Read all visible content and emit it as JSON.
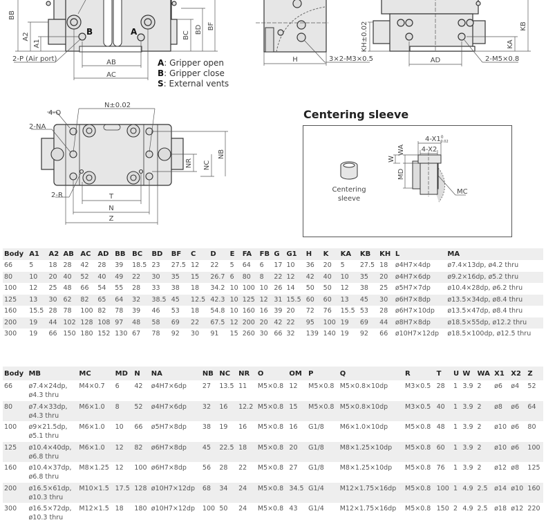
{
  "drawings": {
    "top_left": {
      "dimension_labels": [
        "BB",
        "A2",
        "A1",
        "BC",
        "BD",
        "BF",
        "AB",
        "AC"
      ],
      "port_labels": [
        "B",
        "A"
      ],
      "callout": "2-P (Air port)"
    },
    "top_middle": {
      "dimension_labels": [
        "H"
      ],
      "callout": "3×2-M3×0.5"
    },
    "top_right": {
      "dimension_labels": [
        "KH±0.02",
        "AD",
        "KA",
        "KB"
      ],
      "callout": "2-M5×0.8"
    },
    "bottom_view": {
      "dimension_labels": [
        "N±0.02",
        "NR",
        "NC",
        "NB",
        "T",
        "N",
        "Z"
      ],
      "callouts": [
        "4-Q",
        "2-NA",
        "2-R"
      ]
    }
  },
  "legend": [
    {
      "key": "A",
      "text": ": Gripper open"
    },
    {
      "key": "B",
      "text": ": Gripper close"
    },
    {
      "key": "S",
      "text": ": External vents"
    }
  ],
  "centering_sleeve": {
    "title": "Centering sleeve",
    "part_label_line1": "Centering",
    "part_label_line2": "sleeve",
    "dimension_labels": [
      "4-X1",
      "0",
      "0.02",
      "4-X2",
      "WA",
      "W",
      "MD",
      "MC"
    ]
  },
  "table1": {
    "headers": [
      "Body",
      "A1",
      "A2",
      "AB",
      "AC",
      "AD",
      "BB",
      "BC",
      "BD",
      "BF",
      "C",
      "D",
      "E",
      "FA",
      "FB",
      "G",
      "G1",
      "H",
      "K",
      "KA",
      "KB",
      "KH",
      "L",
      "MA"
    ],
    "rows": [
      [
        "66",
        "5",
        "18",
        "28",
        "42",
        "28",
        "39",
        "18.5",
        "23",
        "27.5",
        "12",
        "22",
        "5",
        "64",
        "6",
        "17",
        "10",
        "36",
        "20",
        "5",
        "27.5",
        "18",
        "ø4H7×4dp",
        "ø7.4×13dp, ø4.2 thru"
      ],
      [
        "80",
        "10",
        "20",
        "40",
        "52",
        "40",
        "49",
        "22",
        "30",
        "35",
        "15",
        "26.7",
        "6",
        "80",
        "8",
        "22",
        "12",
        "42",
        "40",
        "10",
        "35",
        "20",
        "ø4H7×6dp",
        "ø9.2×16dp, ø5.2 thru"
      ],
      [
        "100",
        "12",
        "25",
        "48",
        "66",
        "54",
        "55",
        "28",
        "33",
        "38",
        "18",
        "34.2",
        "10",
        "100",
        "10",
        "26",
        "14",
        "50",
        "50",
        "12",
        "38",
        "25",
        "ø5H7×7dp",
        "ø10.4×28dp, ø6.2 thru"
      ],
      [
        "125",
        "13",
        "30",
        "62",
        "82",
        "65",
        "64",
        "32",
        "38.5",
        "45",
        "12.5",
        "42.3",
        "10",
        "125",
        "12",
        "31",
        "15.5",
        "60",
        "60",
        "13",
        "45",
        "30",
        "ø6H7×8dp",
        "ø13.5×34dp, ø8.4 thru"
      ],
      [
        "160",
        "15.5",
        "28",
        "78",
        "100",
        "82",
        "78",
        "39",
        "46",
        "53",
        "18",
        "54.8",
        "10",
        "160",
        "16",
        "39",
        "20",
        "72",
        "76",
        "15.5",
        "53",
        "28",
        "ø6H7×10dp",
        "ø13.5×47dp, ø8.4 thru"
      ],
      [
        "200",
        "19",
        "44",
        "102",
        "128",
        "108",
        "97",
        "48",
        "58",
        "69",
        "22",
        "67.5",
        "12",
        "200",
        "20",
        "42",
        "22",
        "95",
        "100",
        "19",
        "69",
        "44",
        "ø8H7×8dp",
        "ø18.5×55dp, ø12.2 thru"
      ],
      [
        "300",
        "19",
        "66",
        "150",
        "180",
        "152",
        "130",
        "67",
        "78",
        "92",
        "30",
        "91",
        "15",
        "260",
        "30",
        "66",
        "32",
        "139",
        "140",
        "19",
        "92",
        "66",
        "ø10H7×12dp",
        "ø18.5×100dp, ø12.5 thru"
      ]
    ]
  },
  "table2": {
    "headers": [
      "Body",
      "MB",
      "MC",
      "MD",
      "N",
      "NA",
      "NB",
      "NC",
      "NR",
      "O",
      "OM",
      "P",
      "Q",
      "R",
      "T",
      "U",
      "W",
      "WA",
      "X1",
      "X2",
      "Z"
    ],
    "rows": [
      [
        "66",
        [
          "ø7.4×24dp,",
          "ø4.3 thru"
        ],
        "M4×0.7",
        "6",
        "42",
        "ø4H7×6dp",
        "27",
        "13.5",
        "11",
        "M5×0.8",
        "12",
        "M5×0.8",
        "M5×0.8×10dp",
        "M3×0.5",
        "28",
        "1",
        "3.9",
        "2",
        "ø6",
        "ø4",
        "52"
      ],
      [
        "80",
        [
          "ø7.4×33dp,",
          "ø4.3 thru"
        ],
        "M6×1.0",
        "8",
        "52",
        "ø4H7×6dp",
        "32",
        "16",
        "12.2",
        "M5×0.8",
        "15",
        "M5×0.8",
        "M5×0.8×10dp",
        "M3×0.5",
        "40",
        "1",
        "3.9",
        "2",
        "ø8",
        "ø6",
        "64"
      ],
      [
        "100",
        [
          "ø9×21.5dp,",
          "ø5.1 thru"
        ],
        "M6×1.0",
        "10",
        "66",
        "ø5H7×8dp",
        "38",
        "19",
        "16",
        "M5×0.8",
        "16",
        "G1/8",
        "M6×1.0×10dp",
        "M5×0.8",
        "48",
        "1",
        "3.9",
        "2",
        "ø10",
        "ø6",
        "80"
      ],
      [
        "125",
        [
          "ø10.4×40dp,",
          "ø6.8 thru"
        ],
        "M6×1.0",
        "12",
        "82",
        "ø6H7×8dp",
        "45",
        "22.5",
        "18",
        "M5×0.8",
        "20",
        "G1/8",
        "M8×1.25×10dp",
        "M5×0.8",
        "60",
        "1",
        "3.9",
        "2",
        "ø10",
        "ø6",
        "100"
      ],
      [
        "160",
        [
          "ø10.4×37dp,",
          "ø6.8 thru"
        ],
        "M8×1.25",
        "12",
        "100",
        "ø6H7×8dp",
        "56",
        "28",
        "22",
        "M5×0.8",
        "27",
        "G1/8",
        "M8×1.25×10dp",
        "M5×0.8",
        "76",
        "1",
        "3.9",
        "2",
        "ø12",
        "ø8",
        "125"
      ],
      [
        "200",
        [
          "ø16.5×61dp,",
          "ø10.3 thru"
        ],
        "M10×1.5",
        "17.5",
        "128",
        "ø10H7×12dp",
        "68",
        "34",
        "24",
        "M5×0.8",
        "34.5",
        "G1/4",
        "M12×1.75×16dp",
        "M5×0.8",
        "100",
        "1",
        "4.9",
        "2.5",
        "ø14",
        "ø10",
        "160"
      ],
      [
        "300",
        [
          "ø16.5×72dp,",
          "ø10.3 thru"
        ],
        "M12×1.5",
        "18",
        "180",
        "ø10H7×12dp",
        "100",
        "50",
        "24",
        "M5×0.8",
        "43",
        "G1/4",
        "M12×1.75×16dp",
        "M5×0.8",
        "150",
        "2",
        "4.9",
        "2.5",
        "ø18",
        "ø12",
        "220"
      ]
    ]
  }
}
